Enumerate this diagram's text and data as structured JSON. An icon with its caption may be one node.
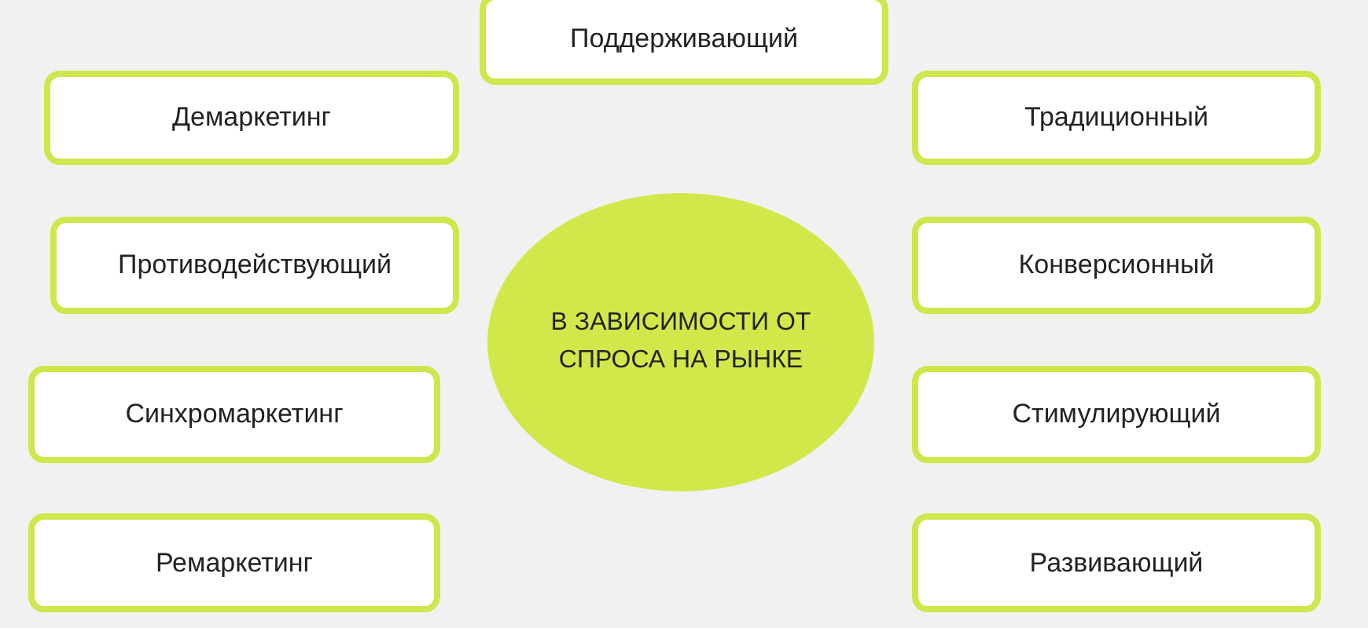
{
  "diagram": {
    "nodes": [
      {
        "text": [
          "Поддерживающий"
        ]
      },
      {
        "text": [
          "Демаркетинг"
        ]
      },
      {
        "text": [
          "Традиционный"
        ]
      },
      {
        "text": [
          "Противодействующий"
        ]
      },
      {
        "text": [
          "В ЗАВИСИМОСТИ ОТ СПРОСА НА РЫНКЕ"
        ]
      },
      {
        "text": [
          "Конверсионный"
        ]
      },
      {
        "text": [
          "Синхромаркетинг"
        ]
      },
      {
        "text": [
          "Стимулирующий"
        ]
      },
      {
        "text": [
          "Ремаркетинг"
        ]
      },
      {
        "text": [
          "Развивающий"
        ]
      }
    ]
  }
}
